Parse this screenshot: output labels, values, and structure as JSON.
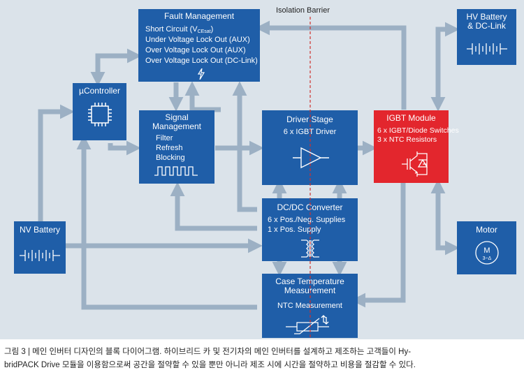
{
  "isolation_barrier": "Isolation Barrier",
  "fault": {
    "title": "Fault Management",
    "line1_prefix": "Short Circuit (V",
    "line1_sub": "CEsat",
    "line1_suffix": ")",
    "line2": "Under Voltage Lock Out (AUX)",
    "line3": "Over Voltage Lock Out (AUX)",
    "line4": "Over Voltage Lock Out (DC-Link)"
  },
  "ucontroller": {
    "title": "µController"
  },
  "signal": {
    "title1": "Signal",
    "title2": "Management",
    "items": [
      "Filter",
      "Refresh",
      "Blocking"
    ]
  },
  "driver": {
    "title": "Driver Stage",
    "line1": "6 x IGBT Driver"
  },
  "igbt": {
    "title": "IGBT Module",
    "line1": "6 x IGBT/Diode Switches",
    "line2": "3 x NTC Resistors"
  },
  "hv_battery": {
    "title1": "HV Battery",
    "title2": "& DC-Link"
  },
  "nv_battery": {
    "title": "NV Battery"
  },
  "dcdc": {
    "title": "DC/DC Converter",
    "line1": "6 x Pos./Neg. Supplies",
    "line2": "1 x Pos. Supply"
  },
  "motor": {
    "title": "Motor",
    "symbol_top": "M",
    "symbol_bottom": "3~Δ"
  },
  "case_temp": {
    "title1": "Case Temperature",
    "title2": "Measurement",
    "line1": "NTC Measurement"
  },
  "caption": {
    "line1": "그림 3 | 메인 인버터 디자인의 블록 다이어그램. 하이브리드 카 및 전기차의 메인 인버터를 설계하고 제조하는 고객들이 Hy-",
    "line2": "bridPACK Drive 모듈을 이용함으로써 공간을 절약할 수 있을 뿐만 아니라 제조 시에 시간을 절약하고 비용을 절감할 수 있다."
  },
  "colors": {
    "block": "#1f5ea8",
    "igbt": "#e3262d",
    "arrow": "#9cb0c4",
    "background": "#dbe3ea",
    "isolation": "#d0312d"
  }
}
